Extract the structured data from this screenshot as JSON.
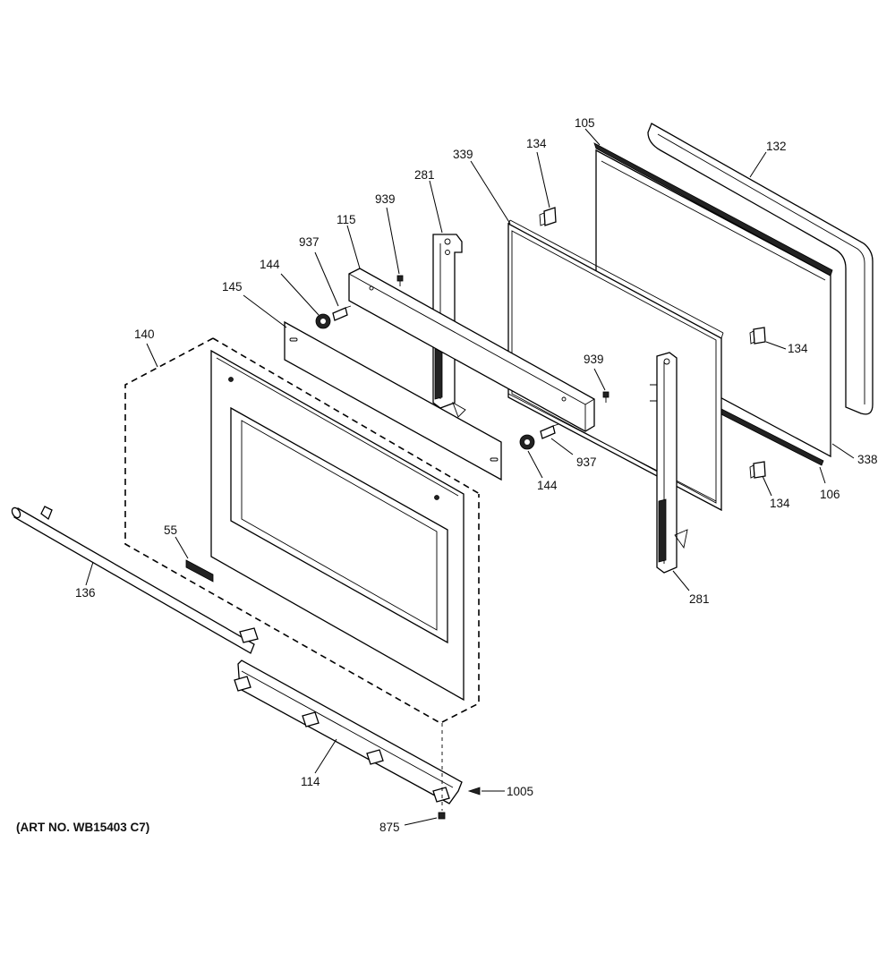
{
  "callouts": {
    "p105": "105",
    "p132": "132",
    "p134_top": "134",
    "p339": "339",
    "p281_top": "281",
    "p939_left": "939",
    "p115": "115",
    "p937_left": "937",
    "p144_left": "144",
    "p145": "145",
    "p140": "140",
    "p134_mid": "134",
    "p939_right": "939",
    "p937_right": "937",
    "p144_right": "144",
    "p338": "338",
    "p106": "106",
    "p134_low": "134",
    "p55": "55",
    "p136": "136",
    "p281_low": "281",
    "p114": "114",
    "p1005": "1005",
    "p875": "875"
  },
  "art_number": "(ART NO. WB15403 C7)"
}
